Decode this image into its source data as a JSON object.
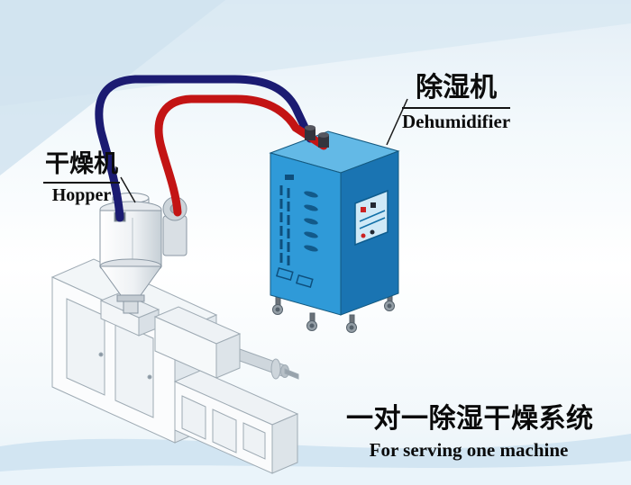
{
  "labels": {
    "dehumidifier": {
      "cn": "除湿机",
      "en": "Dehumidifier"
    },
    "hopper": {
      "cn": "干燥机",
      "en": "Hopper"
    },
    "caption": {
      "cn": "一对一除湿干燥系统",
      "en": "For serving one machine"
    }
  },
  "colors": {
    "dry_air_pipe": "#c31414",
    "return_air_pipe": "#1b1b72",
    "dehumidifier_front": "#2f9ad8",
    "dehumidifier_side": "#1a74b2",
    "dehumidifier_top": "#63b9e6",
    "machine_body": "#f9fbfc",
    "background_tint": "#d7e7f2"
  },
  "components": [
    {
      "name": "dehumidifier-unit"
    },
    {
      "name": "hopper-dryer"
    },
    {
      "name": "extruder-machine"
    },
    {
      "name": "dry-air-pipe"
    },
    {
      "name": "return-air-pipe"
    }
  ]
}
